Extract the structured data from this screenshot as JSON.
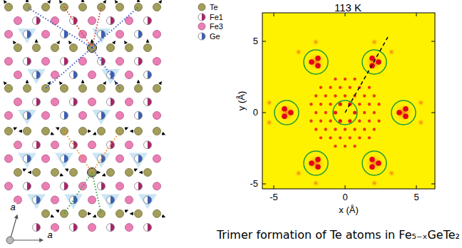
{
  "diagram": {
    "title": "113 K",
    "caption": "Trimer formation of Te atoms in Fe₅₋ₓGeTe₂",
    "labels": [
      "a",
      "a",
      "-5",
      "0",
      "5",
      "5",
      "0",
      "-5",
      "x (Å)",
      "y (Å)"
    ],
    "legend": [
      {
        "text": "Te"
      },
      {
        "text": "Fe1"
      },
      {
        "text": "Fe3"
      },
      {
        "text": "Ge"
      }
    ]
  }
}
